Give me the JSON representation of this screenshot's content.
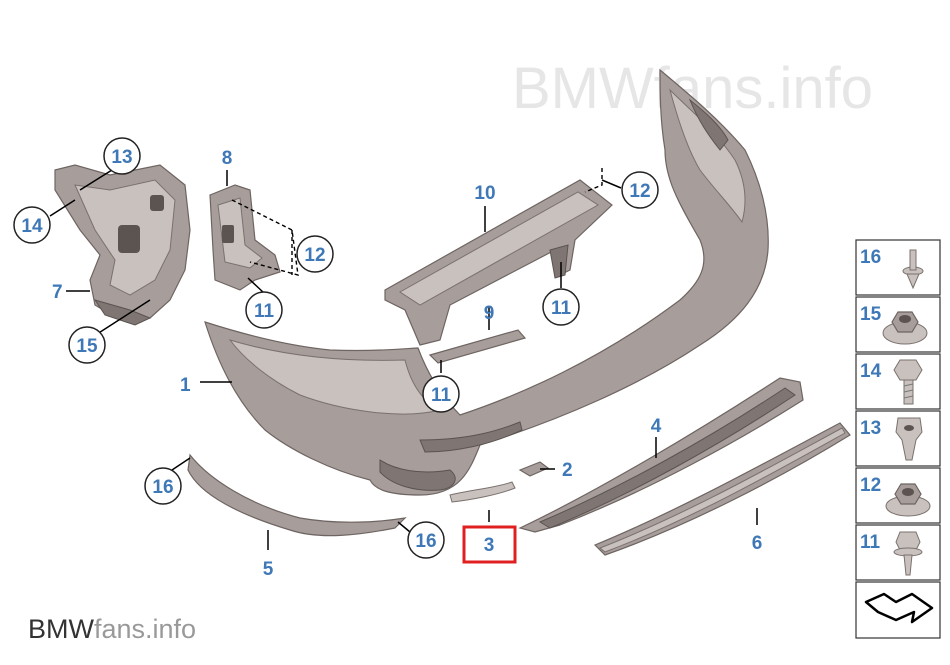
{
  "watermark": {
    "text": "BMWfans.info"
  },
  "brand": {
    "bold": "BMW",
    "light": "fans.info"
  },
  "parts": {
    "p1": "1",
    "p2": "2",
    "p3": "3",
    "p4": "4",
    "p5": "5",
    "p6": "6",
    "p7": "7",
    "p8": "8",
    "p9": "9",
    "p10": "10"
  },
  "callouts": {
    "c13": "13",
    "c14": "14",
    "c15": "15",
    "c12a": "12",
    "c11a": "11",
    "c12b": "12",
    "c11b": "11",
    "c11c": "11",
    "c16a": "16",
    "c16b": "16"
  },
  "fastener_panel": {
    "items": [
      "16",
      "15",
      "14",
      "13",
      "12",
      "11"
    ]
  },
  "highlight": {
    "part": "3",
    "color": "#e02020"
  }
}
